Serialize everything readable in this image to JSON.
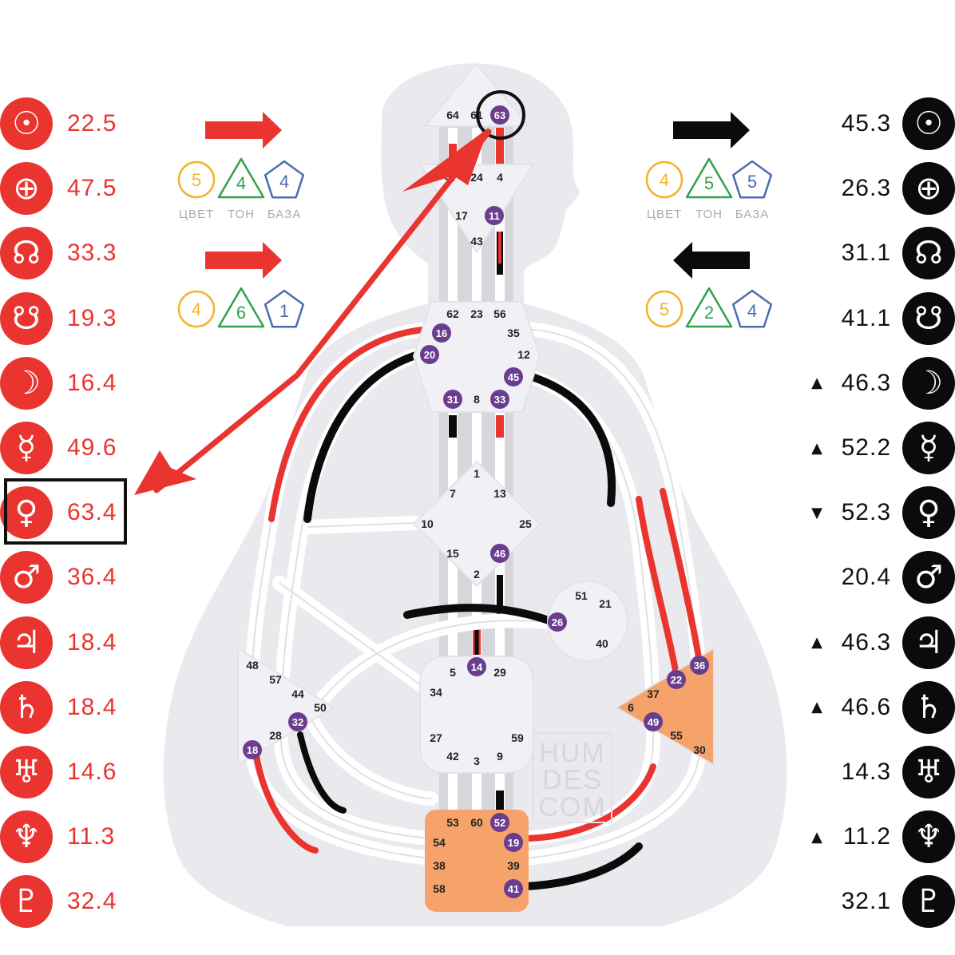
{
  "design_planets": [
    {
      "icon": "sun-icon",
      "glyph": "☉",
      "value": "22.5",
      "marker": ""
    },
    {
      "icon": "earth-icon",
      "glyph": "⊕",
      "value": "47.5",
      "marker": ""
    },
    {
      "icon": "north-node-icon",
      "glyph": "☊",
      "value": "33.3",
      "marker": ""
    },
    {
      "icon": "south-node-icon",
      "glyph": "☋",
      "value": "19.3",
      "marker": ""
    },
    {
      "icon": "moon-icon",
      "glyph": "☽",
      "value": "16.4",
      "marker": ""
    },
    {
      "icon": "mercury-icon",
      "glyph": "☿",
      "value": "49.6",
      "marker": ""
    },
    {
      "icon": "venus-icon",
      "glyph": "♀",
      "value": "63.4",
      "marker": ""
    },
    {
      "icon": "mars-icon",
      "glyph": "♂",
      "value": "36.4",
      "marker": ""
    },
    {
      "icon": "jupiter-icon",
      "glyph": "♃",
      "value": "18.4",
      "marker": ""
    },
    {
      "icon": "saturn-icon",
      "glyph": "♄",
      "value": "18.4",
      "marker": ""
    },
    {
      "icon": "uranus-icon",
      "glyph": "♅",
      "value": "14.6",
      "marker": ""
    },
    {
      "icon": "neptune-icon",
      "glyph": "♆",
      "value": "11.3",
      "marker": ""
    },
    {
      "icon": "pluto-icon",
      "glyph": "♇",
      "value": "32.4",
      "marker": ""
    }
  ],
  "personality_planets": [
    {
      "icon": "sun-icon",
      "glyph": "☉",
      "value": "45.3",
      "marker": ""
    },
    {
      "icon": "earth-icon",
      "glyph": "⊕",
      "value": "26.3",
      "marker": ""
    },
    {
      "icon": "north-node-icon",
      "glyph": "☊",
      "value": "31.1",
      "marker": ""
    },
    {
      "icon": "south-node-icon",
      "glyph": "☋",
      "value": "41.1",
      "marker": ""
    },
    {
      "icon": "moon-icon",
      "glyph": "☽",
      "value": "46.3",
      "marker": "▲"
    },
    {
      "icon": "mercury-icon",
      "glyph": "☿",
      "value": "52.2",
      "marker": "▲"
    },
    {
      "icon": "venus-icon",
      "glyph": "♀",
      "value": "52.3",
      "marker": "▼"
    },
    {
      "icon": "mars-icon",
      "glyph": "♂",
      "value": "20.4",
      "marker": ""
    },
    {
      "icon": "jupiter-icon",
      "glyph": "♃",
      "value": "46.3",
      "marker": "▲"
    },
    {
      "icon": "saturn-icon",
      "glyph": "♄",
      "value": "46.6",
      "marker": "▲"
    },
    {
      "icon": "uranus-icon",
      "glyph": "♅",
      "value": "14.3",
      "marker": ""
    },
    {
      "icon": "neptune-icon",
      "glyph": "♆",
      "value": "11.2",
      "marker": "▲"
    },
    {
      "icon": "pluto-icon",
      "glyph": "♇",
      "value": "32.1",
      "marker": ""
    }
  ],
  "variables": {
    "labels": [
      "ЦВЕТ",
      "ТОН",
      "БАЗА"
    ],
    "top_left": {
      "arrow": "right",
      "color": "5",
      "tone": "4",
      "base": "4"
    },
    "bottom_left": {
      "arrow": "right",
      "color": "4",
      "tone": "6",
      "base": "1"
    },
    "top_right": {
      "arrow": "right",
      "color": "4",
      "tone": "5",
      "base": "5"
    },
    "bottom_right": {
      "arrow": "left",
      "color": "5",
      "tone": "2",
      "base": "4"
    }
  },
  "watermark": [
    "HUM",
    "DES",
    "COM"
  ],
  "colors": {
    "design": "#e93430",
    "personality": "#0b0b0b",
    "active_gate": "#6a3d8f",
    "defined_center": "#f6a36b",
    "undefined_center": "#f1f1f5",
    "silhouette": "#eaeaee",
    "color_badge": "#f3b32a",
    "tone_badge": "#2fa24d",
    "base_badge": "#4a6db2"
  },
  "centers": {
    "head": {
      "gates": [
        "64",
        "61",
        "63"
      ],
      "active": [
        "63"
      ]
    },
    "ajna": {
      "gates": [
        "47",
        "24",
        "4",
        "17",
        "11",
        "43"
      ],
      "active": [
        "11"
      ]
    },
    "throat": {
      "gates": [
        "62",
        "23",
        "56",
        "35",
        "16",
        "20",
        "12",
        "45",
        "31",
        "8",
        "33"
      ],
      "active": [
        "16",
        "20",
        "45",
        "31",
        "33"
      ]
    },
    "g": {
      "gates": [
        "1",
        "7",
        "13",
        "10",
        "25",
        "15",
        "46",
        "2"
      ],
      "active": [
        "46"
      ]
    },
    "heart": {
      "gates": [
        "51",
        "21",
        "26",
        "40"
      ],
      "active": [
        "26"
      ]
    },
    "spleen": {
      "gates": [
        "48",
        "57",
        "44",
        "50",
        "32",
        "28",
        "18"
      ],
      "active": [
        "32",
        "18"
      ]
    },
    "sacral": {
      "gates": [
        "5",
        "14",
        "29",
        "34",
        "27",
        "59",
        "42",
        "3",
        "9"
      ],
      "active": [
        "14"
      ]
    },
    "solar_plexus": {
      "gates": [
        "36",
        "22",
        "37",
        "6",
        "49",
        "55",
        "30"
      ],
      "active": [
        "36",
        "22",
        "49"
      ]
    },
    "root": {
      "gates": [
        "53",
        "60",
        "52",
        "54",
        "19",
        "38",
        "39",
        "58",
        "41"
      ],
      "active": [
        "52",
        "19",
        "41"
      ]
    }
  }
}
